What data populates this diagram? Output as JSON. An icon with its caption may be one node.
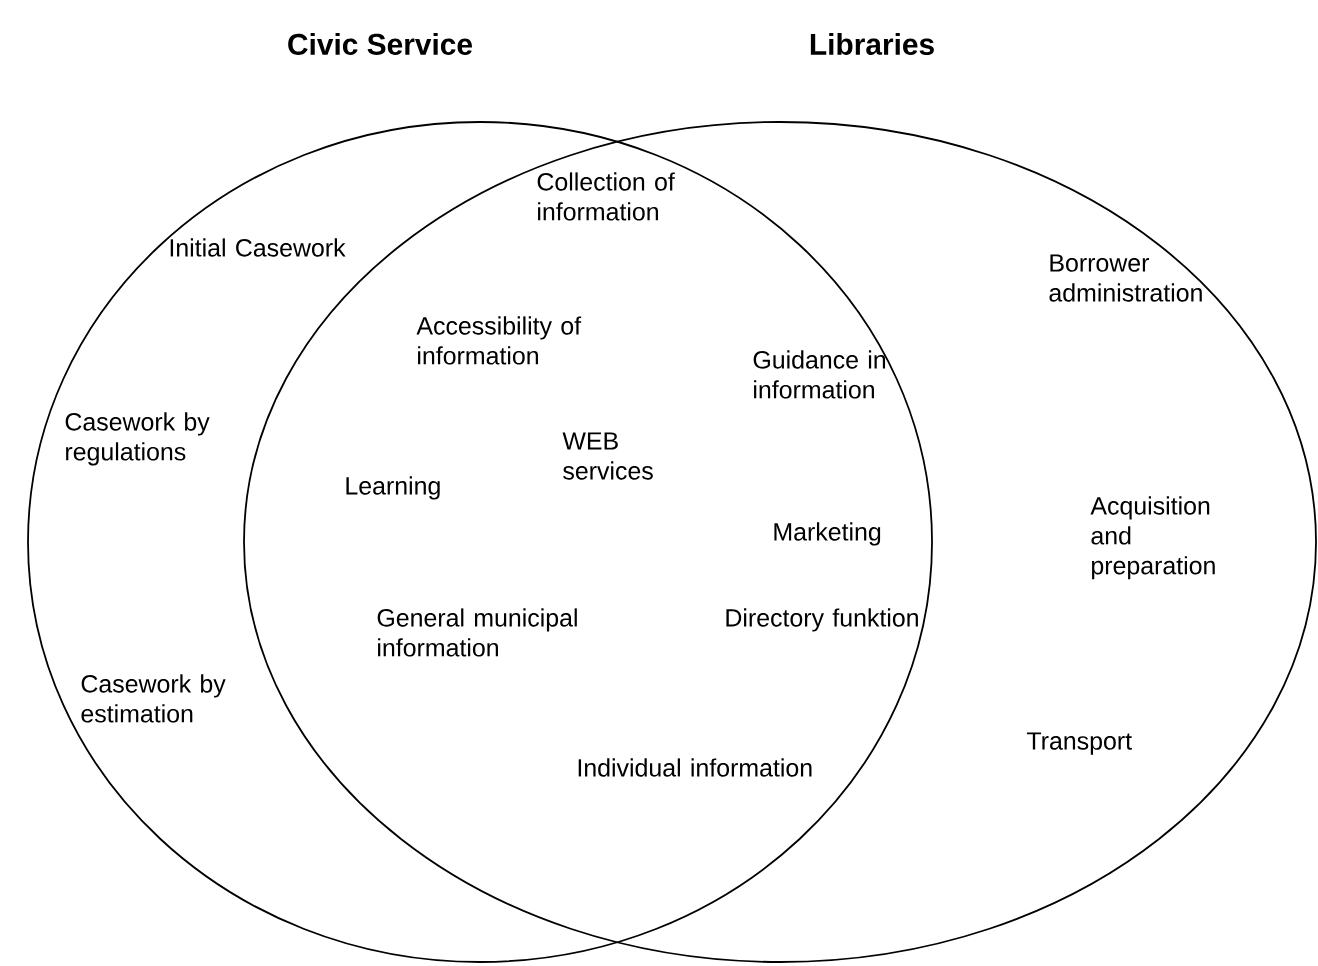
{
  "diagram": {
    "nodes": [
      {
        "text": [
          "Civic Service"
        ]
      },
      {
        "text": [
          "Libraries"
        ]
      }
    ],
    "labels": [
      "Collection of information",
      "Initial Casework",
      "Borrower administration",
      "Accessibility of information",
      "Guidance in information",
      "Casework by regulations",
      "WEB services",
      "Learning",
      "Acquisition and preparation",
      "Marketing",
      "General municipal information",
      "Directory funktion",
      "Casework by estimation",
      "Transport",
      "Individual information"
    ]
  }
}
